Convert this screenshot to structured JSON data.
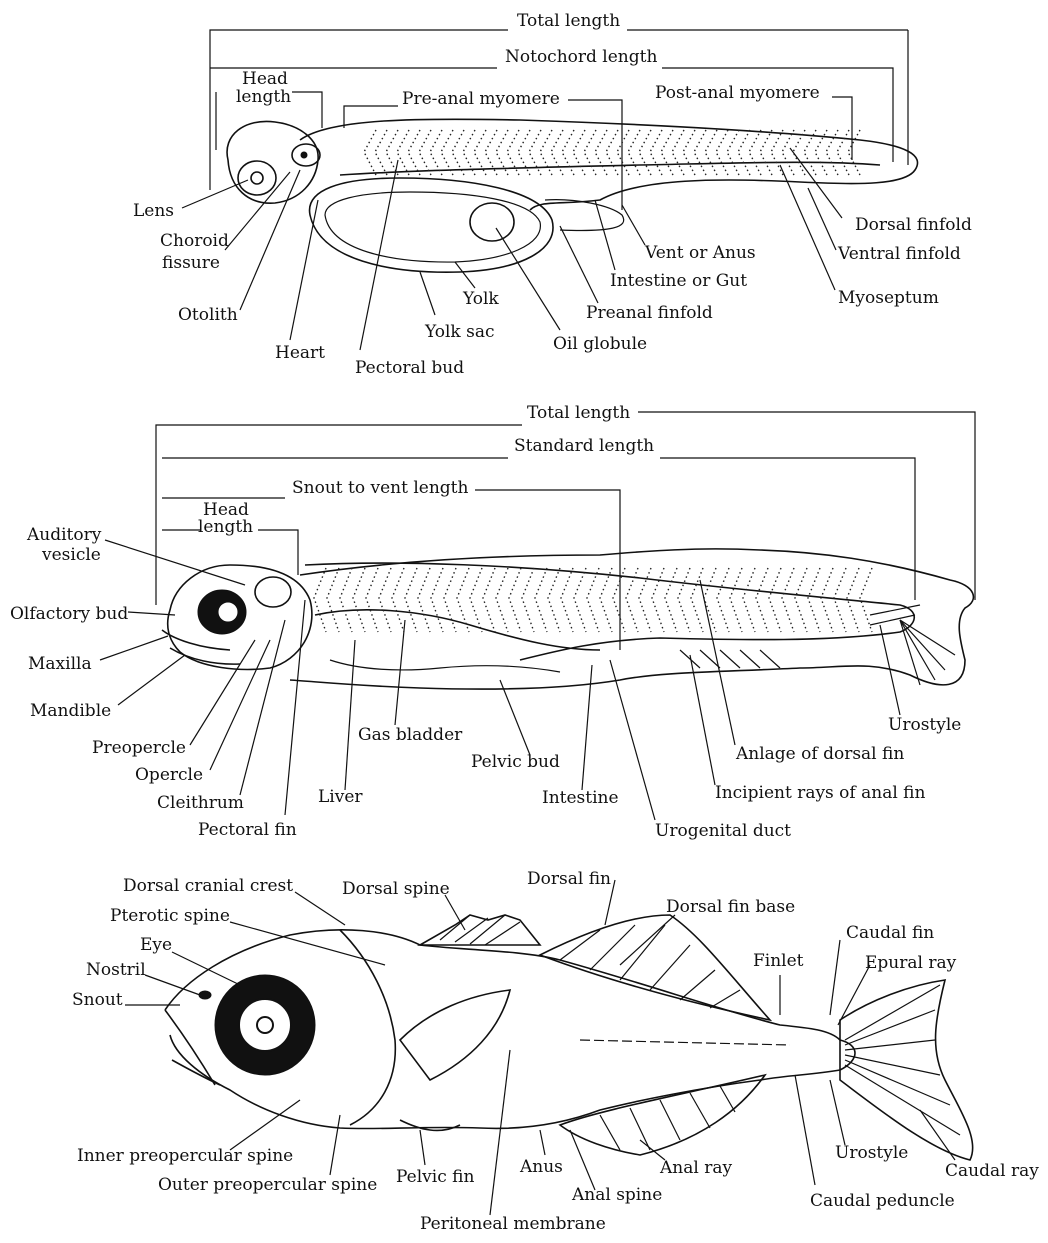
{
  "larva_yolksac": {
    "total_length": "Total length",
    "notochord_length": "Notochord length",
    "head_length_1": "Head",
    "head_length_2": "length",
    "pre_anal_myomere": "Pre-anal myomere",
    "post_anal_myomere": "Post-anal myomere",
    "lens": "Lens",
    "choroid_fissure_1": "Choroid",
    "choroid_fissure_2": "fissure",
    "otolith": "Otolith",
    "heart": "Heart",
    "pectoral_bud": "Pectoral bud",
    "yolk_sac": "Yolk sac",
    "yolk": "Yolk",
    "oil_globule": "Oil globule",
    "preanal_finfold": "Preanal finfold",
    "intestine_or_gut": "Intestine or Gut",
    "vent_or_anus": "Vent or Anus",
    "dorsal_finfold": "Dorsal finfold",
    "ventral_finfold": "Ventral finfold",
    "myoseptum": "Myoseptum"
  },
  "larva_preflexion": {
    "total_length": "Total length",
    "standard_length": "Standard length",
    "snout_to_vent_length": "Snout to vent length",
    "head_length_1": "Head",
    "head_length_2": "length",
    "auditory_vesicle_1": "Auditory",
    "auditory_vesicle_2": "vesicle",
    "olfactory_bud": "Olfactory bud",
    "maxilla": "Maxilla",
    "mandible": "Mandible",
    "preopercle": "Preopercle",
    "opercle": "Opercle",
    "cleithrum": "Cleithrum",
    "pectoral_fin": "Pectoral fin",
    "liver": "Liver",
    "gas_bladder": "Gas bladder",
    "pelvic_bud": "Pelvic bud",
    "intestine": "Intestine",
    "urogenital_duct": "Urogenital duct",
    "incipient_rays_anal_fin": "Incipient rays of anal fin",
    "anlage_dorsal_fin": "Anlage of dorsal fin",
    "urostyle": "Urostyle"
  },
  "juvenile": {
    "dorsal_cranial_crest": "Dorsal cranial crest",
    "pterotic_spine": "Pterotic spine",
    "eye": "Eye",
    "nostril": "Nostril",
    "snout": "Snout",
    "dorsal_spine": "Dorsal spine",
    "dorsal_fin": "Dorsal fin",
    "dorsal_fin_base": "Dorsal fin base",
    "caudal_fin": "Caudal fin",
    "finlet": "Finlet",
    "epural_ray": "Epural ray",
    "inner_preopercular_spine": "Inner preopercular spine",
    "outer_preopercular_spine": "Outer preopercular spine",
    "pelvic_fin": "Pelvic fin",
    "peritoneal_membrane": "Peritoneal membrane",
    "anus": "Anus",
    "anal_spine": "Anal spine",
    "anal_ray": "Anal ray",
    "caudal_peduncle": "Caudal peduncle",
    "urostyle": "Urostyle",
    "caudal_ray": "Caudal ray"
  },
  "colors": {
    "ink": "#111111",
    "paper": "#ffffff"
  }
}
